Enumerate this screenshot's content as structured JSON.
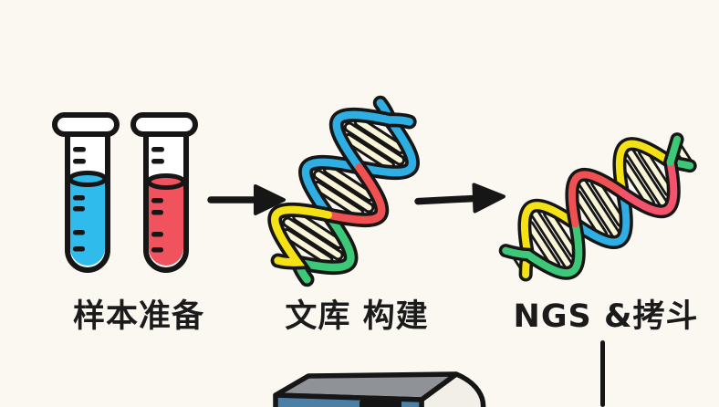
{
  "illustration": {
    "background_color": "#FBF8F2",
    "outline_color": "#161616",
    "rung_color": "#FAF5D7"
  },
  "flow": {
    "steps": [
      {
        "id": "sample-preparation",
        "label": "样本准备",
        "icon": "test-tubes-icon",
        "tubes": [
          {
            "liquid_color": "#2FBCEC"
          },
          {
            "liquid_color": "#F1535E"
          }
        ]
      },
      {
        "id": "library-construction",
        "label": "文库 构建",
        "icon": "dna-helix-icon",
        "strand_colors": [
          "#2FAEE3",
          "#EF5152",
          "#3DC878",
          "#F5E214"
        ]
      },
      {
        "id": "ngs-sequencing",
        "label": "NGS &拷斗",
        "icon": "dna-helix-long-icon",
        "strand_colors": [
          "#3DC878",
          "#2FAEE3",
          "#EF5152",
          "#F5E214",
          "#F4536B"
        ]
      }
    ],
    "connectors": [
      {
        "from": "sample-preparation",
        "to": "library-construction",
        "type": "arrow-right"
      },
      {
        "from": "library-construction",
        "to": "ngs-sequencing",
        "type": "arrow-right"
      },
      {
        "from": "ngs-sequencing",
        "to": "sequencer",
        "type": "line-down"
      }
    ],
    "sequencer": {
      "id": "sequencer",
      "icon": "sequencer-machine-icon",
      "colors": {
        "top": "#8F9397",
        "front": "#4C7FA6",
        "side": "#F2EFE9",
        "screen": "#141414"
      }
    }
  }
}
